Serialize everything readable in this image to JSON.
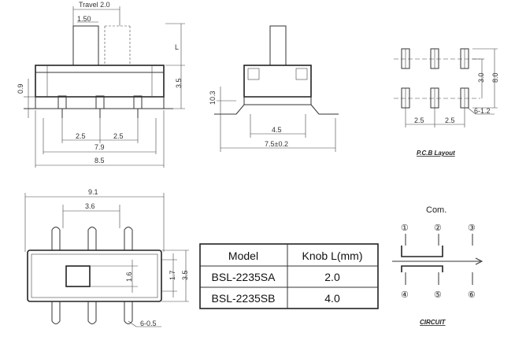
{
  "front_view": {
    "travel": "Travel 2.0",
    "pitch_top": "1.50",
    "knob_len": "L",
    "height": "3.5",
    "body_offset": "0.9",
    "pitch1": "2.5",
    "pitch2": "2.5",
    "inner_width": "7.9",
    "outer_width": "8.5"
  },
  "side_view": {
    "height": "10.3",
    "inner": "4.5",
    "outer": "7.5±0.2"
  },
  "pcb": {
    "caption": "P.C.B Layout",
    "row_pitch": "3.0",
    "outer_pitch": "8.0",
    "pitch1": "2.5",
    "pitch2": "2.5",
    "hole": "6-1.2"
  },
  "bottom_view": {
    "width": "9.1",
    "center": "3.6",
    "knob_h": "1.6",
    "h1": "1.7",
    "h2": "3.5",
    "pin": "6-0.5"
  },
  "table": {
    "headers": [
      "Model",
      "Knob L(mm)"
    ],
    "rows": [
      {
        "model": "BSL-2235SA",
        "knob": "2.0"
      },
      {
        "model": "BSL-2235SB",
        "knob": "4.0"
      }
    ]
  },
  "circuit": {
    "com": "Com.",
    "caption": "CIRCUIT",
    "pins": [
      "①",
      "②",
      "③",
      "④",
      "⑤",
      "⑥"
    ]
  }
}
